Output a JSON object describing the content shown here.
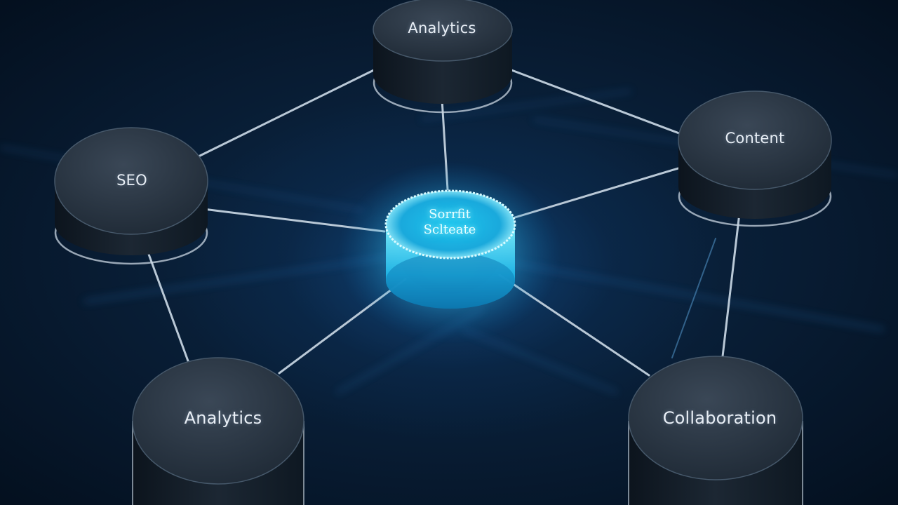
{
  "diagram": {
    "hub": {
      "line1": "Sorrfit",
      "line2": "Sclteate"
    },
    "nodes": {
      "top": "Analytics",
      "left": "SEO",
      "right": "Content",
      "bottom_left": "Analytics",
      "bottom_right": "Collaboration"
    }
  },
  "colors": {
    "background": "#071a2e",
    "node_body": "#1c2733",
    "node_top": "#2a3644",
    "connector": "#b9c8d6",
    "hub_glow": "#3fd6ff"
  }
}
